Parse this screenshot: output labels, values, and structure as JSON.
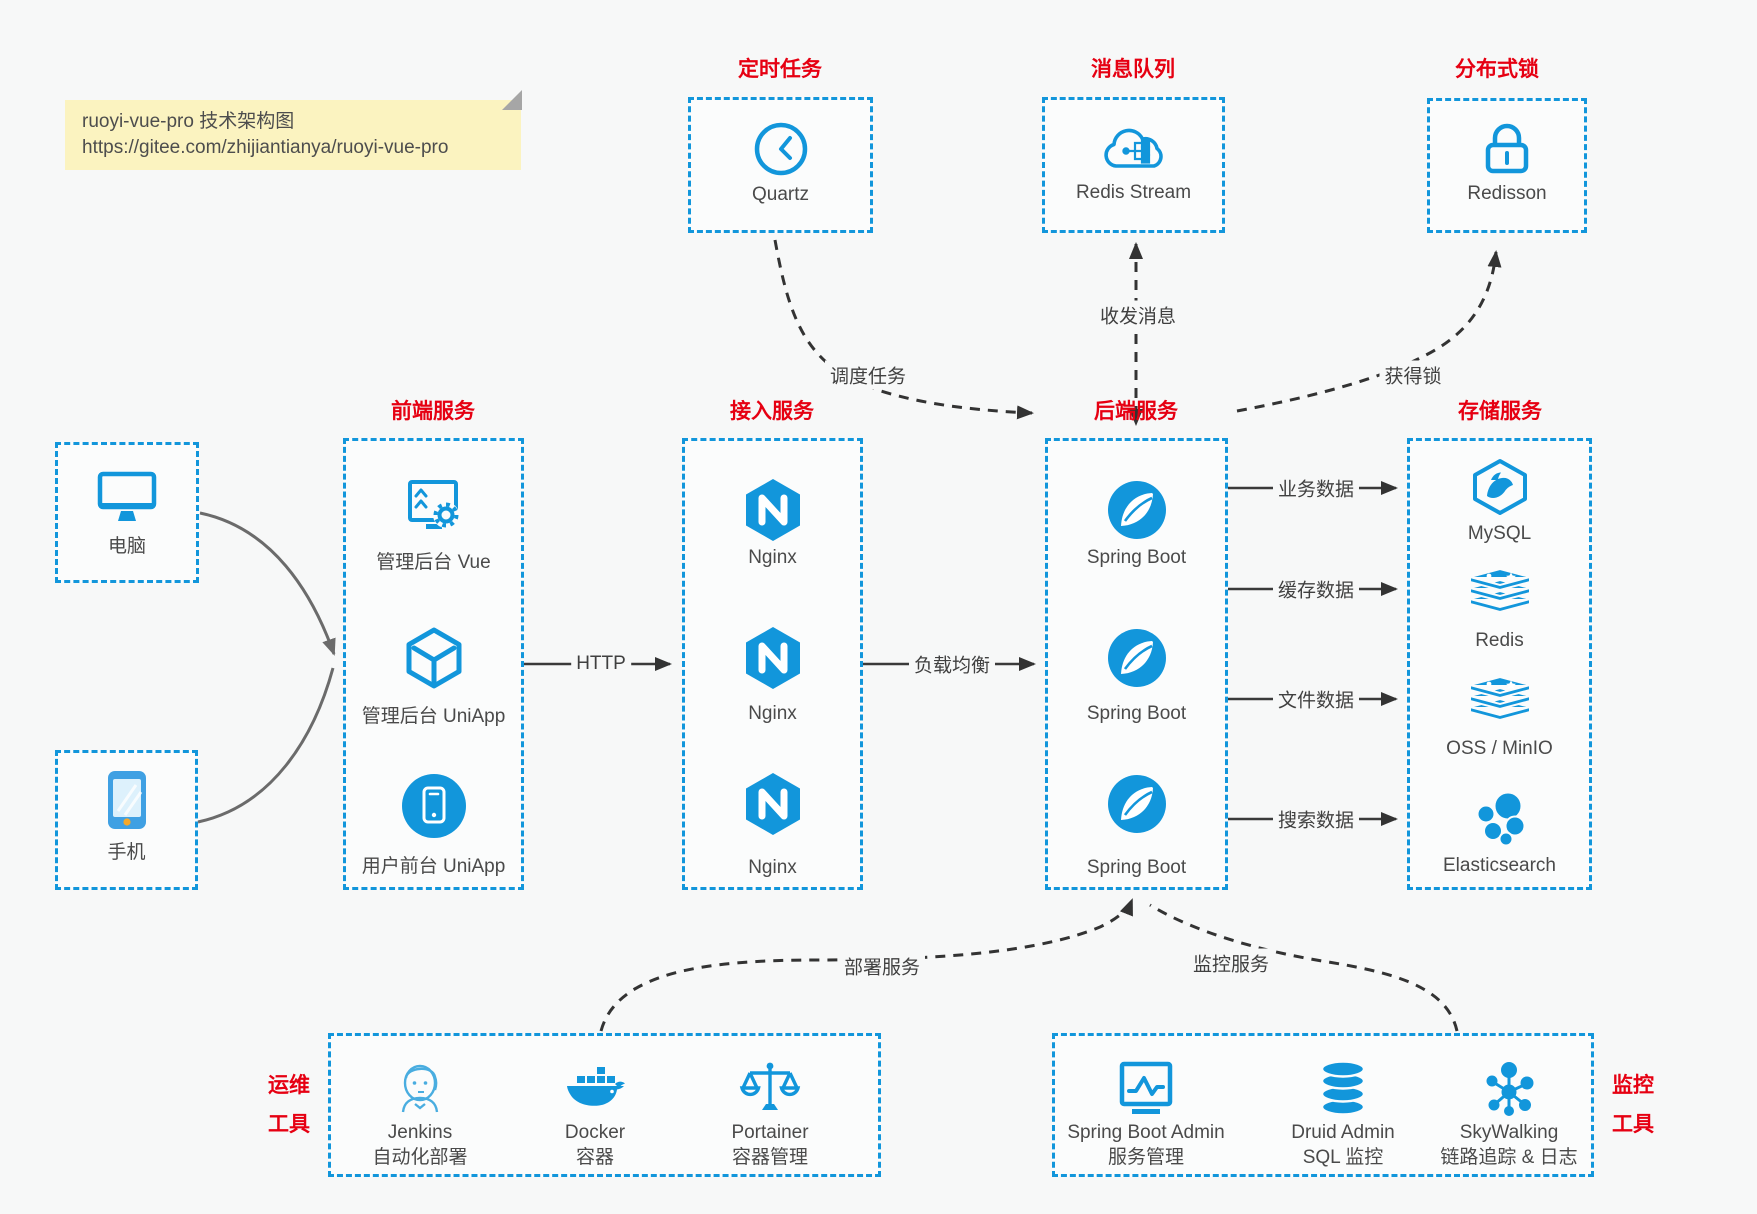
{
  "note": {
    "line1": "ruoyi-vue-pro 技术架构图",
    "line2": "https://gitee.com/zhijiantianya/ruoyi-vue-pro"
  },
  "top": {
    "quartz": {
      "title": "定时任务",
      "label": "Quartz",
      "icon": "clock-icon"
    },
    "mq": {
      "title": "消息队列",
      "label": "Redis Stream",
      "icon": "cloud-stream-icon"
    },
    "lock": {
      "title": "分布式锁",
      "label": "Redisson",
      "icon": "lock-icon"
    }
  },
  "clients": {
    "computer": "电脑",
    "phone": "手机"
  },
  "frontend": {
    "title": "前端服务",
    "items": [
      "管理后台 Vue",
      "管理后台 UniApp",
      "用户前台 UniApp"
    ]
  },
  "gateway": {
    "title": "接入服务",
    "items": [
      "Nginx",
      "Nginx",
      "Nginx"
    ]
  },
  "backend": {
    "title": "后端服务",
    "items": [
      "Spring Boot",
      "Spring Boot",
      "Spring Boot"
    ]
  },
  "storage": {
    "title": "存储服务",
    "items": [
      "MySQL",
      "Redis",
      "OSS / MinIO",
      "Elasticsearch"
    ]
  },
  "edges": {
    "http": "HTTP",
    "load_balance": "负载均衡",
    "schedule": "调度任务",
    "message": "收发消息",
    "acquire_lock": "获得锁",
    "business": "业务数据",
    "cache": "缓存数据",
    "file": "文件数据",
    "search": "搜索数据",
    "deploy": "部署服务",
    "monitor": "监控服务"
  },
  "ops": {
    "side_title": [
      "运维",
      "工具"
    ],
    "items": [
      {
        "name": "Jenkins",
        "desc": "自动化部署",
        "icon": "jenkins-icon"
      },
      {
        "name": "Docker",
        "desc": "容器",
        "icon": "docker-icon"
      },
      {
        "name": "Portainer",
        "desc": "容器管理",
        "icon": "scales-icon"
      }
    ]
  },
  "monitoring": {
    "side_title": [
      "监控",
      "工具"
    ],
    "items": [
      {
        "name": "Spring Boot Admin",
        "desc": "服务管理",
        "icon": "admin-monitor-icon"
      },
      {
        "name": "Druid Admin",
        "desc": "SQL 监控",
        "icon": "database-icon"
      },
      {
        "name": "SkyWalking",
        "desc": "链路追踪 & 日志",
        "icon": "network-icon"
      }
    ]
  },
  "colors": {
    "blue": "#1296db",
    "red": "#e60012",
    "arrow": "#333333",
    "client_arrow": "#6b6b6b",
    "note_bg": "#fbf3c0"
  }
}
